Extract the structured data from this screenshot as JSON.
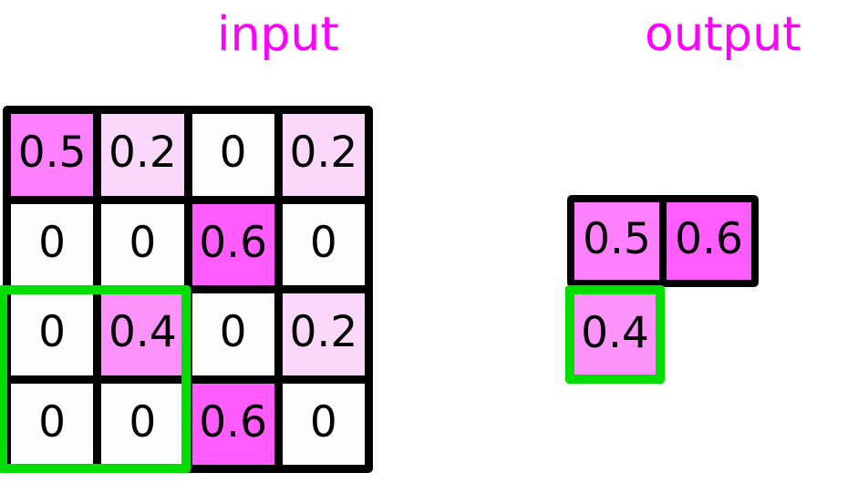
{
  "labels": {
    "input_title": "input",
    "output_title": "output"
  },
  "colors": {
    "title": "#ff00ff",
    "selection": "#00dd00",
    "border": "#000000",
    "zero": "#fdfdfd",
    "v02": "#fbd8fb",
    "v04": "#fb93fb",
    "v05": "#ff80ff",
    "v06": "#ff5cff"
  },
  "input_grid": {
    "rows": 4,
    "cols": 4,
    "cells": [
      {
        "value": "0.5",
        "shade": "v05"
      },
      {
        "value": "0.2",
        "shade": "v02"
      },
      {
        "value": "0",
        "shade": "v0"
      },
      {
        "value": "0.2",
        "shade": "v02"
      },
      {
        "value": "0",
        "shade": "v0"
      },
      {
        "value": "0",
        "shade": "v0"
      },
      {
        "value": "0.6",
        "shade": "v06"
      },
      {
        "value": "0",
        "shade": "v0"
      },
      {
        "value": "0",
        "shade": "v0"
      },
      {
        "value": "0.4",
        "shade": "v04"
      },
      {
        "value": "0",
        "shade": "v0"
      },
      {
        "value": "0.2",
        "shade": "v02"
      },
      {
        "value": "0",
        "shade": "v0"
      },
      {
        "value": "0",
        "shade": "v0"
      },
      {
        "value": "0.6",
        "shade": "v06"
      },
      {
        "value": "0",
        "shade": "v0"
      }
    ],
    "selection": {
      "row_start": 3,
      "row_end": 4,
      "col_start": 1,
      "col_end": 2
    }
  },
  "output_grid": {
    "rows": 2,
    "cols": 2,
    "cells": [
      {
        "value": "0.5",
        "shade": "v05"
      },
      {
        "value": "0.6",
        "shade": "v06"
      }
    ],
    "selected_cell": {
      "value": "0.4",
      "shade": "v04",
      "row": 2,
      "col": 1
    }
  }
}
